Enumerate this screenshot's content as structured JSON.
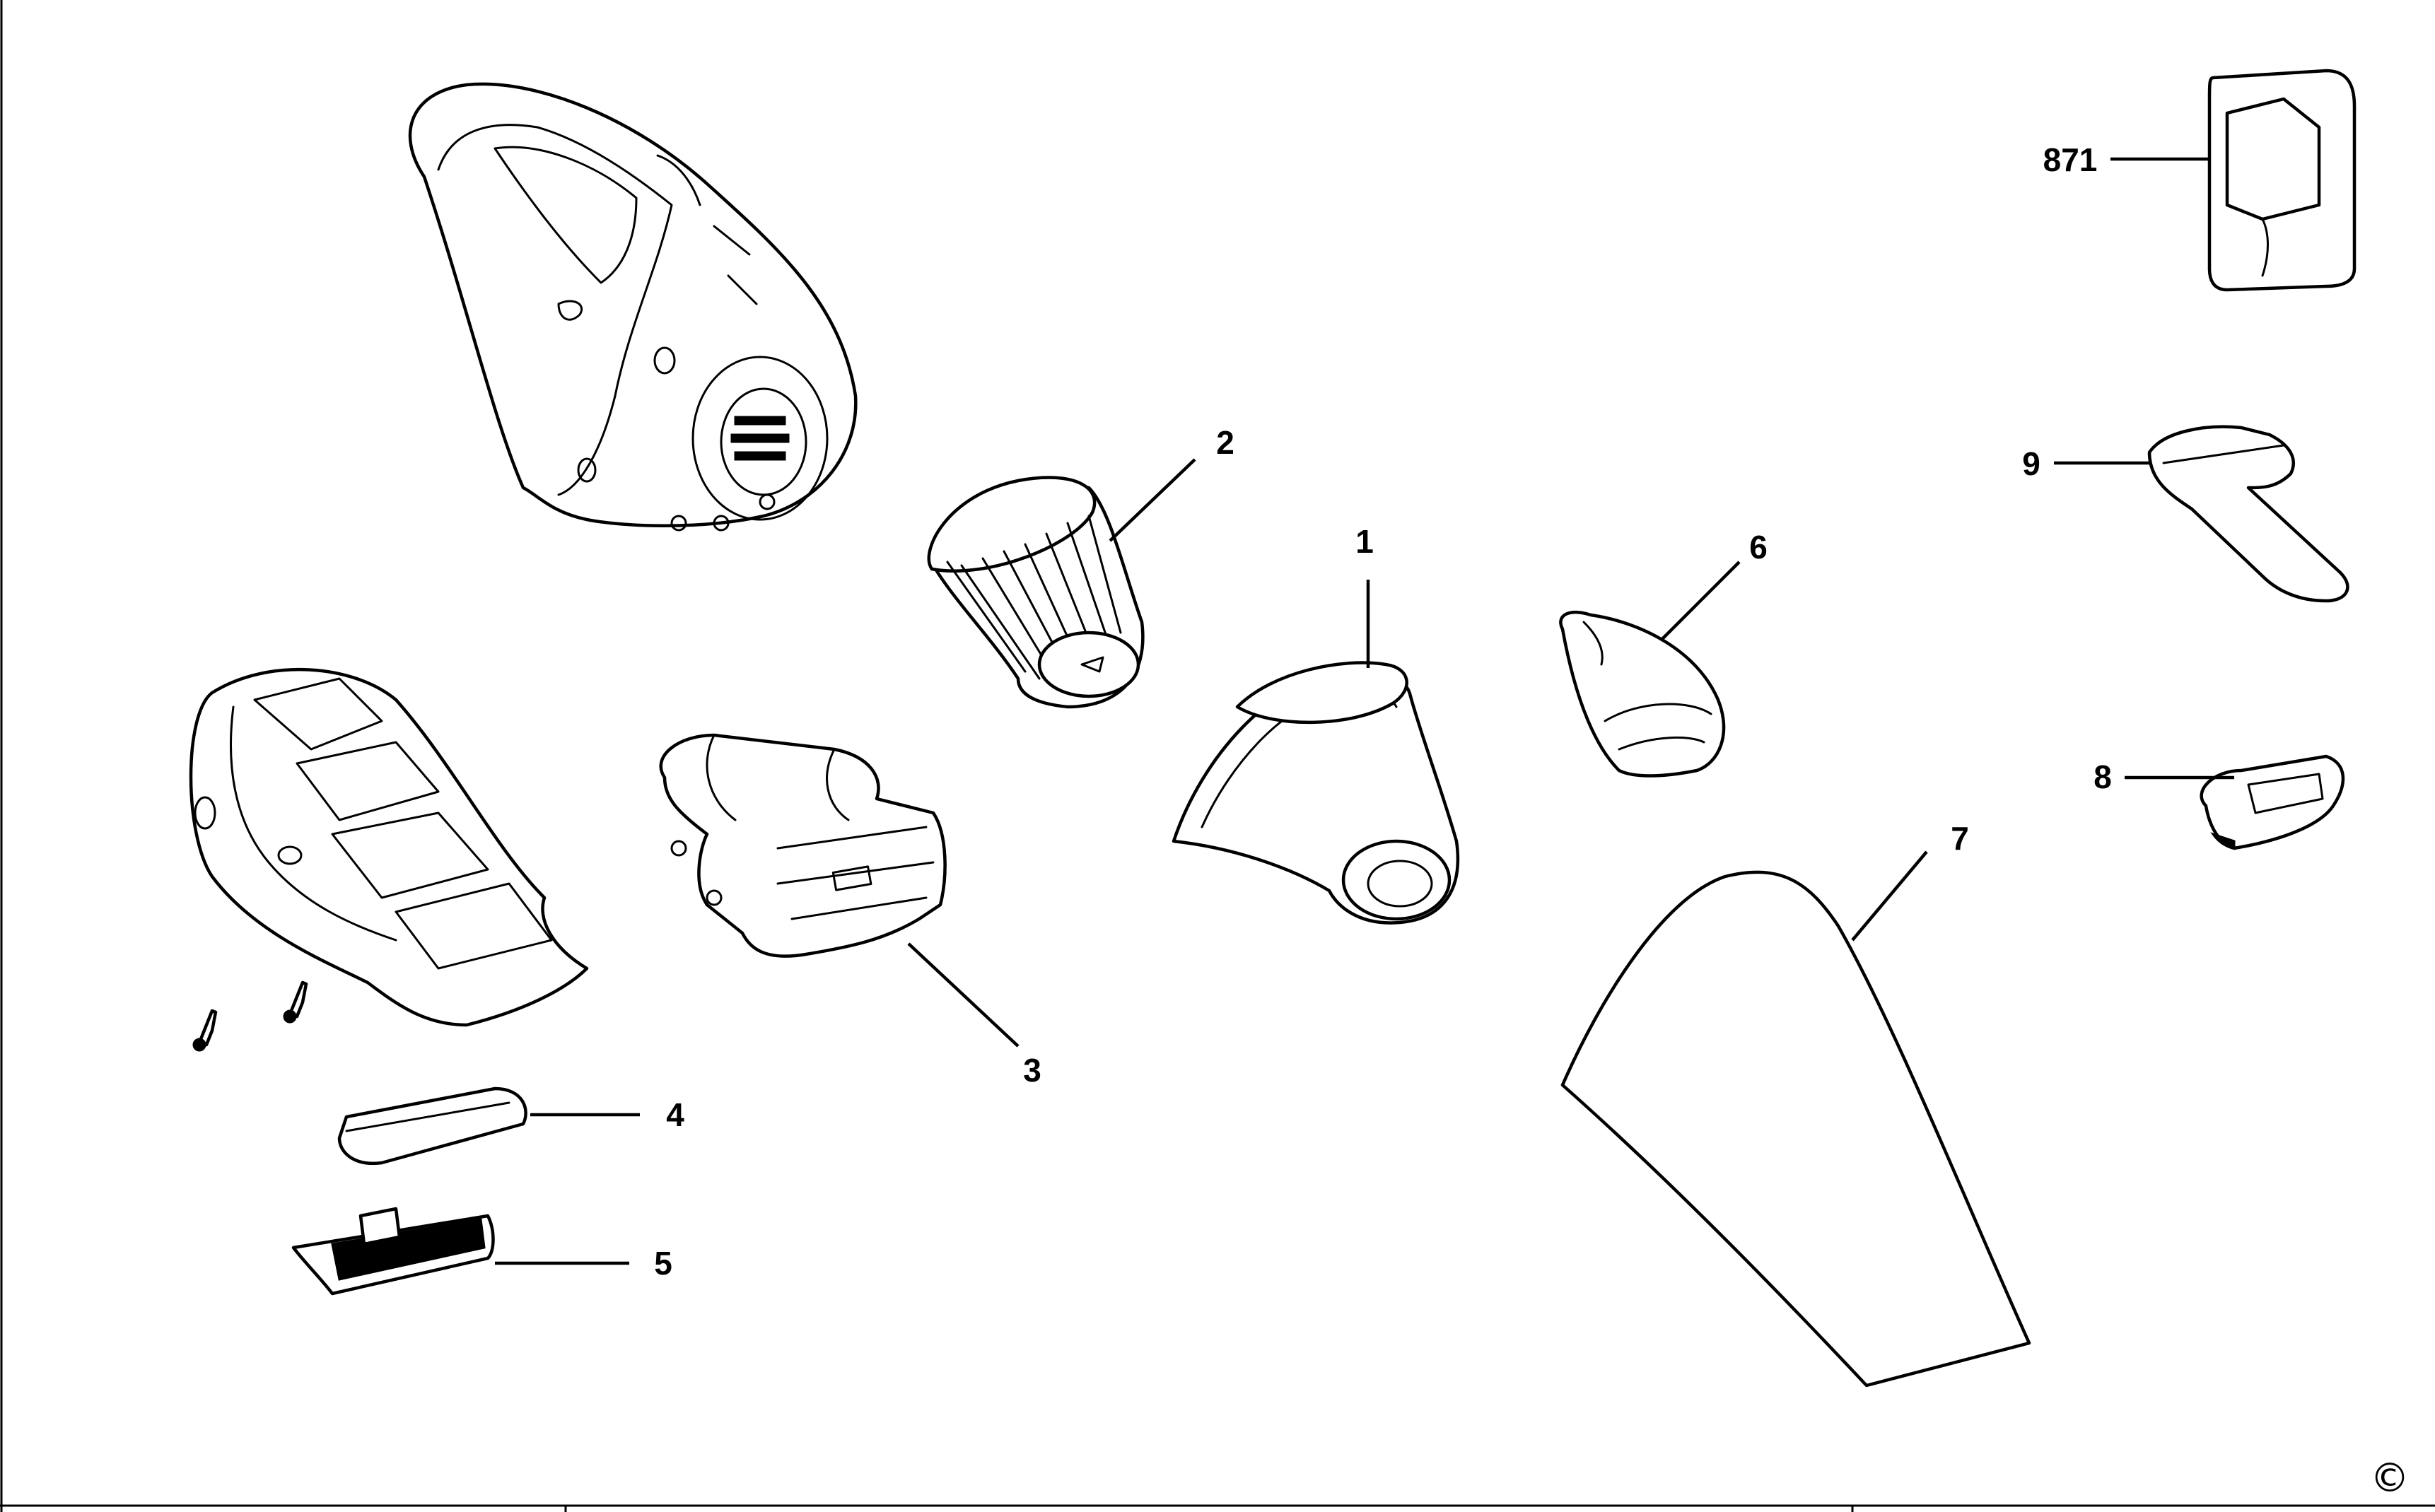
{
  "callouts": {
    "c1": "1",
    "c2": "2",
    "c3": "3",
    "c4": "4",
    "c5": "5",
    "c6": "6",
    "c7": "7",
    "c8": "8",
    "c9": "9",
    "c871": "871"
  },
  "copyright_mark": "©",
  "colors": {
    "ink": "#000000",
    "paper": "#ffffff"
  }
}
